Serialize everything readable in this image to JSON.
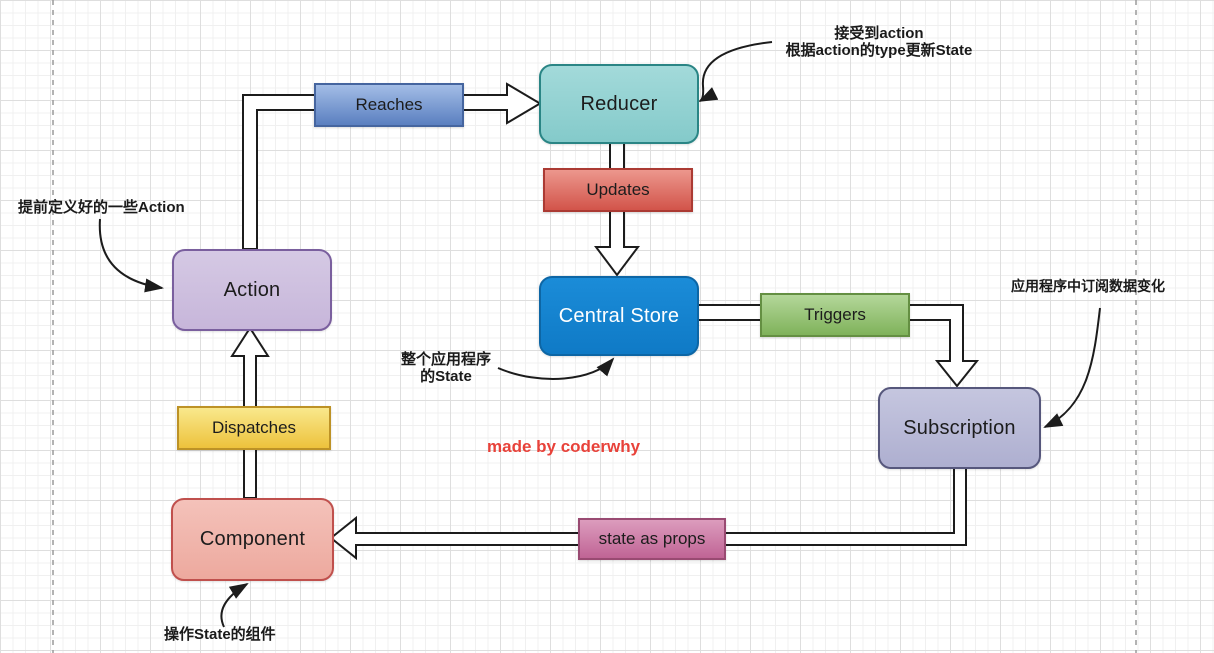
{
  "diagram": {
    "title_context": "Redux flow diagram",
    "nodes": {
      "action": {
        "label": "Action"
      },
      "reducer": {
        "label": "Reducer"
      },
      "central_store": {
        "label": "Central Store"
      },
      "subscription": {
        "label": "Subscription"
      },
      "component": {
        "label": "Component"
      }
    },
    "connectors": {
      "reaches": {
        "label": "Reaches"
      },
      "updates": {
        "label": "Updates"
      },
      "triggers": {
        "label": "Triggers"
      },
      "dispatches": {
        "label": "Dispatches"
      },
      "state_as_props": {
        "label": "state as props"
      }
    },
    "annotations": {
      "reducer_note": {
        "line1": "接受到action",
        "line2": "根据action的type更新State"
      },
      "action_note": {
        "text": "提前定义好的一些Action"
      },
      "store_note": {
        "line1": "整个应用程序",
        "line2": "的State"
      },
      "subscription_note": {
        "text": "应用程序中订阅数据变化"
      },
      "component_note": {
        "text": "操作State的组件"
      }
    },
    "watermark": "made by coderwhy",
    "colors": {
      "reducer_fill": "#8ed0d0",
      "reducer_border": "#2a8585",
      "action_fill": "#cfc2e0",
      "action_border": "#7a5f9e",
      "central_store_fill": "#1583d1",
      "central_store_border": "#0d66a5",
      "subscription_fill": "#babbda",
      "subscription_border": "#56577c",
      "component_fill": "#f1b7ae",
      "component_border": "#c0504d",
      "reaches_fill": "#7f9fd3",
      "updates_fill": "#df766c",
      "triggers_fill": "#99c47a",
      "dispatches_fill": "#f3d564",
      "state_as_props_fill": "#ce80a9",
      "watermark_color": "#e8423a",
      "line_color": "#1c1c1c"
    }
  }
}
